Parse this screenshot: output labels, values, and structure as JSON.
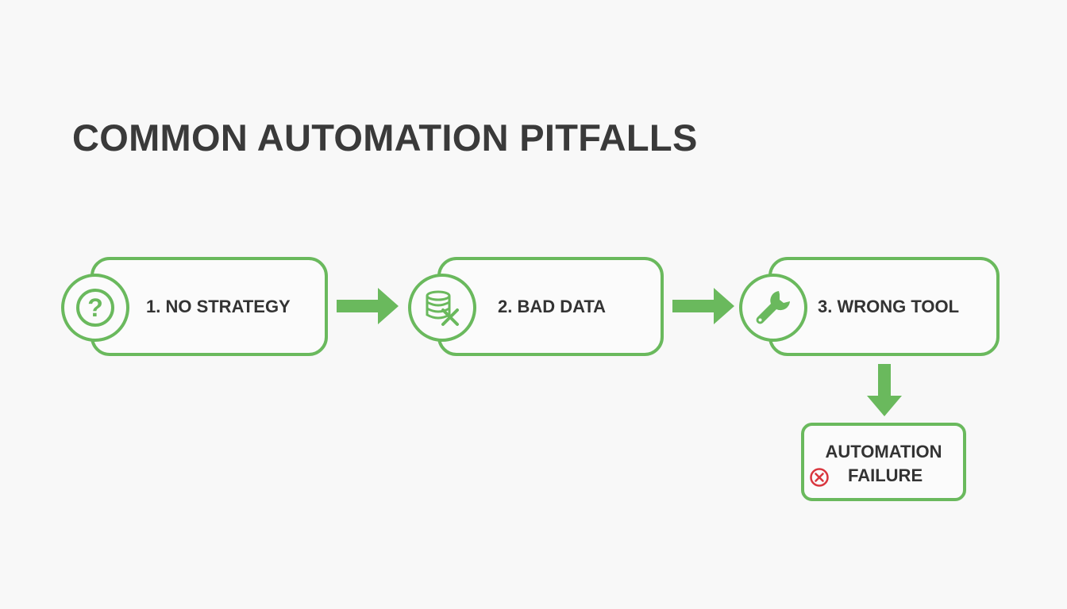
{
  "title": "COMMON AUTOMATION PITFALLS",
  "colors": {
    "accent_green": "#6ab95d",
    "text_dark": "#333333",
    "error_red": "#d9363e",
    "background": "#f8f8f8"
  },
  "steps": [
    {
      "label": "1. NO STRATEGY",
      "icon": "question-mark-icon"
    },
    {
      "label": "2. BAD DATA",
      "icon": "database-x-icon"
    },
    {
      "label": "3. WRONG TOOL",
      "icon": "wrench-icon"
    }
  ],
  "result": {
    "line1": "AUTOMATION",
    "line2": "FAILURE",
    "icon": "error-circle-x-icon"
  }
}
